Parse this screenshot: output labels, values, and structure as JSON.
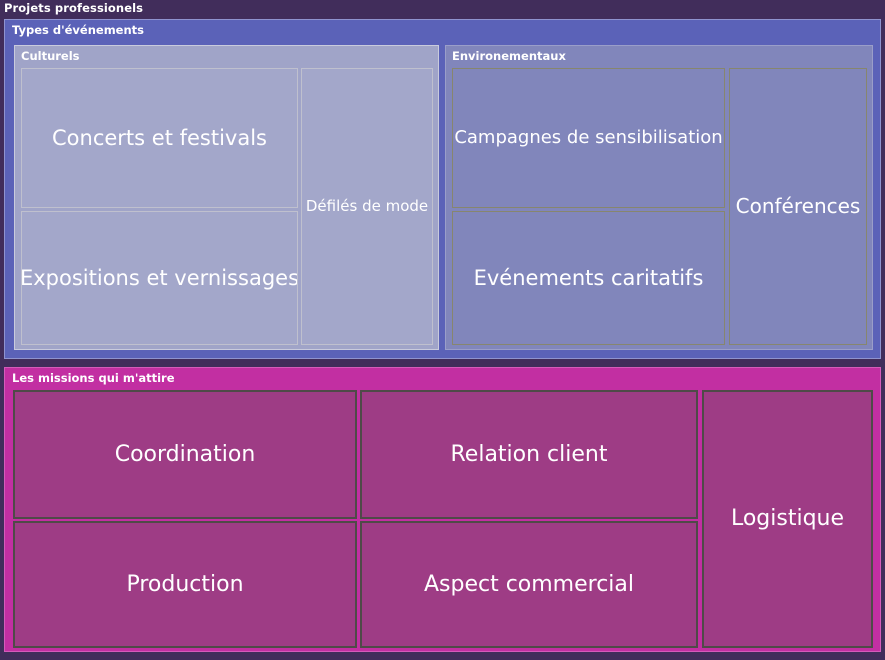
{
  "root": {
    "title": "Projets professionels",
    "background": "#412d5b"
  },
  "groups": [
    {
      "name": "types-evenements",
      "label": "Types d'événements",
      "color": "#5b62b8",
      "subgroups": [
        {
          "name": "culturels",
          "label": "Culturels",
          "color": "#a0a4c8",
          "leaves": [
            {
              "label": "Concerts et festivals",
              "font_size": 21
            },
            {
              "label": "Expositions et vernissages",
              "font_size": 21
            },
            {
              "label": "Défilés de mode",
              "font_size": 15
            }
          ]
        },
        {
          "name": "environementaux",
          "label": "Environementaux",
          "color": "#8186bb",
          "leaves": [
            {
              "label": "Campagnes de sensibilisation",
              "font_size": 18
            },
            {
              "label": "Evénements caritatifs",
              "font_size": 21
            },
            {
              "label": "Conférences",
              "font_size": 20
            }
          ]
        }
      ]
    },
    {
      "name": "missions",
      "label": "Les missions qui m'attire",
      "color": "#c22fa2",
      "subgroups": [
        {
          "name": "missions-leaves",
          "label": "",
          "color": "#9e3c85",
          "leaves": [
            {
              "label": "Coordination",
              "font_size": 22
            },
            {
              "label": "Production",
              "font_size": 22
            },
            {
              "label": "Relation client",
              "font_size": 22
            },
            {
              "label": "Aspect commercial",
              "font_size": 22
            },
            {
              "label": "Logistique",
              "font_size": 22
            }
          ]
        }
      ]
    }
  ],
  "chart_data": {
    "type": "treemap",
    "title": "Projets professionels",
    "levels": [
      "root",
      "category",
      "subcategory",
      "item"
    ],
    "nodes": [
      {
        "path": "Projets professionels",
        "level": 0,
        "color": "#412d5b"
      },
      {
        "path": "Projets professionels / Types d'événements",
        "level": 1,
        "color": "#5b62b8"
      },
      {
        "path": "Projets professionels / Types d'événements / Culturels",
        "level": 2,
        "color": "#a0a4c8"
      },
      {
        "path": "Projets professionels / Types d'événements / Culturels / Concerts et festivals",
        "level": 3,
        "color": "#a3a7ca"
      },
      {
        "path": "Projets professionels / Types d'événements / Culturels / Expositions et vernissages",
        "level": 3,
        "color": "#a3a7ca"
      },
      {
        "path": "Projets professionels / Types d'événements / Culturels / Défilés de mode",
        "level": 3,
        "color": "#a3a7ca"
      },
      {
        "path": "Projets professionels / Types d'événements / Environementaux",
        "level": 2,
        "color": "#8186bb"
      },
      {
        "path": "Projets professionels / Types d'événements / Environementaux / Campagnes de sensibilisation",
        "level": 3,
        "color": "#8186bb"
      },
      {
        "path": "Projets professionels / Types d'événements / Environementaux / Evénements caritatifs",
        "level": 3,
        "color": "#8186bb"
      },
      {
        "path": "Projets professionels / Types d'événements / Environementaux / Conférences",
        "level": 3,
        "color": "#8186bb"
      },
      {
        "path": "Projets professionels / Les missions qui m'attire",
        "level": 1,
        "color": "#c22fa2"
      },
      {
        "path": "Projets professionels / Les missions qui m'attire / Coordination",
        "level": 2,
        "color": "#9e3c85"
      },
      {
        "path": "Projets professionels / Les missions qui m'attire / Production",
        "level": 2,
        "color": "#9e3c85"
      },
      {
        "path": "Projets professionels / Les missions qui m'attire / Relation client",
        "level": 2,
        "color": "#9e3c85"
      },
      {
        "path": "Projets professionels / Les missions qui m'attire / Aspect commercial",
        "level": 2,
        "color": "#9e3c85"
      },
      {
        "path": "Projets professionels / Les missions qui m'attire / Logistique",
        "level": 2,
        "color": "#9e3c85"
      }
    ],
    "legend": null,
    "grid": false
  }
}
